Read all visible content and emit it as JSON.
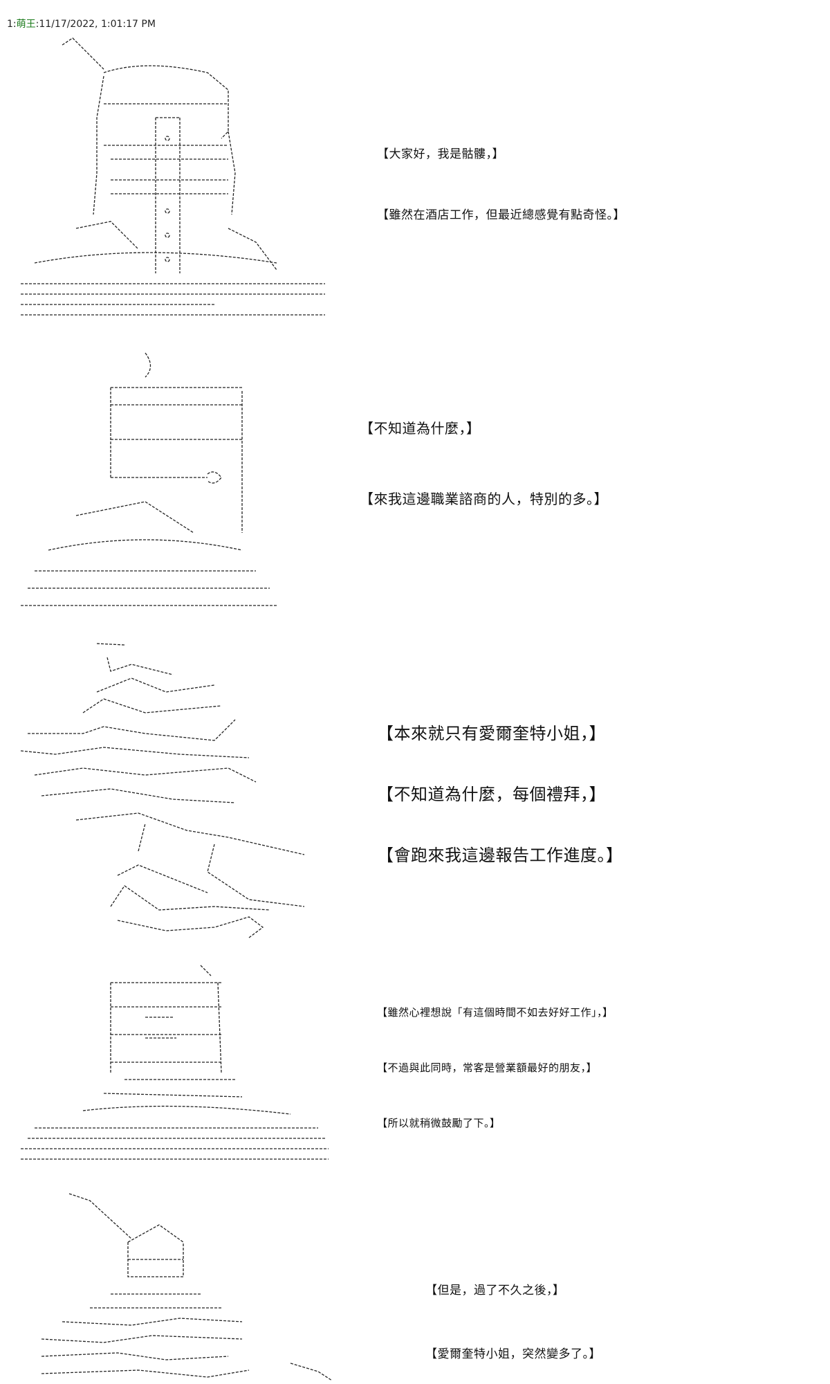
{
  "post": {
    "number": "1",
    "author": "萌王",
    "timestamp": "11/17/2022, 1:01:17 PM"
  },
  "panels": [
    {
      "dialogue": [
        "【大家好，我是骷髏，】",
        "【雖然在酒店工作，但最近總感覺有點奇怪。】"
      ]
    },
    {
      "dialogue": [
        "【不知道為什麼，】",
        "【來我這邊職業諮商的人，特別的多。】"
      ]
    },
    {
      "dialogue": [
        "【本來就只有愛爾奎特小姐，】",
        "【不知道為什麼，每個禮拜，】",
        "【會跑來我這邊報告工作進度。】"
      ]
    },
    {
      "dialogue": [
        "【雖然心裡想說「有這個時間不如去好好工作」，】",
        "【不過與此同時，常客是營業額最好的朋友，】",
        "【所以就稍微鼓勵了下。】"
      ]
    },
    {
      "dialogue": [
        "【但是，過了不久之後，】",
        "【愛爾奎特小姐，突然變多了。】"
      ]
    }
  ],
  "colors": {
    "author": "#1a7a1a",
    "art_stroke": "#222222",
    "text": "#111111"
  }
}
